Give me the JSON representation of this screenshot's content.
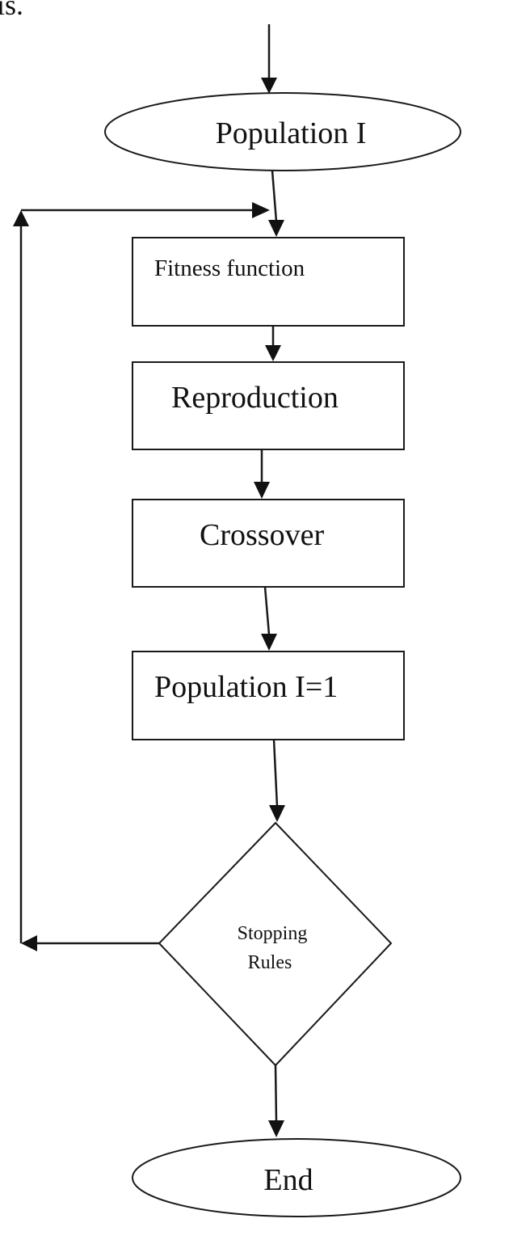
{
  "header_fragment": "is.",
  "nodes": {
    "population_i": "Population I",
    "fitness_function": "Fitness function",
    "reproduction": "Reproduction",
    "crossover": "Crossover",
    "population_i1": "Population I=1",
    "stopping_rules_line1": "Stopping",
    "stopping_rules_line2": "Rules",
    "end": "End"
  },
  "edges": [
    {
      "from": "entry",
      "to": "population_i"
    },
    {
      "from": "population_i",
      "to": "fitness_function"
    },
    {
      "from": "fitness_function",
      "to": "reproduction"
    },
    {
      "from": "reproduction",
      "to": "crossover"
    },
    {
      "from": "crossover",
      "to": "population_i1"
    },
    {
      "from": "population_i1",
      "to": "stopping_rules"
    },
    {
      "from": "stopping_rules",
      "to": "end"
    },
    {
      "from": "stopping_rules",
      "to": "fitness_function",
      "kind": "loop-back"
    }
  ]
}
